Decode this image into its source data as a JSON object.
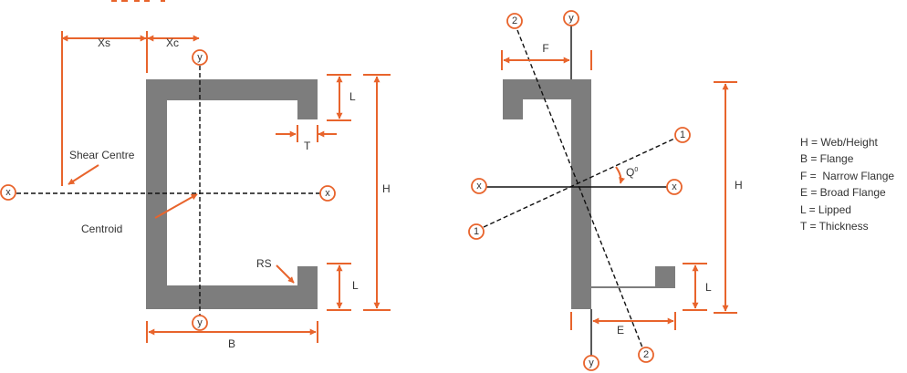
{
  "left_diagram": {
    "dim_xs": "Xs",
    "dim_xc": "Xc",
    "dim_l_top": "L",
    "dim_t": "T",
    "dim_h": "H",
    "dim_l_bottom": "L",
    "dim_b": "B",
    "shear_centre": "Shear Centre",
    "centroid": "Centroid",
    "rs": "RS",
    "axis_y_top": "y",
    "axis_y_bottom": "y",
    "axis_x_left": "x",
    "axis_x_right": "x"
  },
  "right_diagram": {
    "dim_f": "F",
    "dim_h": "H",
    "dim_l": "L",
    "dim_e": "E",
    "angle_label": "Q",
    "angle_sup": "0",
    "axis_2_top": "2",
    "axis_y_top": "y",
    "axis_1_top": "1",
    "axis_x_left": "x",
    "axis_x_right": "x",
    "axis_1_bottom": "1",
    "axis_y_bottom": "y",
    "axis_2_bottom": "2"
  },
  "legend": [
    "H = Web/Height",
    "B = Flange",
    "F =  Narrow Flange",
    "E = Broad Flange",
    "L = Lipped",
    "T = Thickness"
  ],
  "colors": {
    "accent": "#e8642c",
    "section_fill": "#7d7d7d",
    "text": "#333333"
  }
}
